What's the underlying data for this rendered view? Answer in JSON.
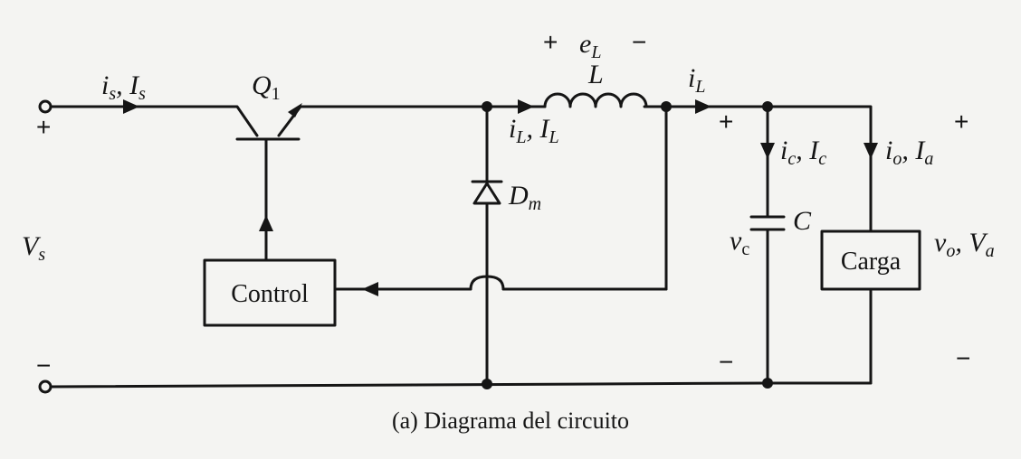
{
  "caption": "(a) Diagrama del circuito",
  "labels": {
    "source_current": {
      "i": "i",
      "i_sub": "s",
      "sep": ", ",
      "I": "I",
      "I_sub": "s"
    },
    "transistor": {
      "main": "Q",
      "sub": "1"
    },
    "inductor_voltage": {
      "main": "e",
      "sub": "L"
    },
    "inductor": "L",
    "inductor_current_top": {
      "main": "i",
      "sub": "L"
    },
    "inductor_current": {
      "i": "i",
      "i_sub": "L",
      "sep": ", ",
      "I": "I",
      "I_sub": "L"
    },
    "diode": {
      "main": "D",
      "sub": "m"
    },
    "capacitor_current": {
      "i": "i",
      "i_sub": "c",
      "sep": ", ",
      "I": "I",
      "I_sub": "c"
    },
    "load_current": {
      "i": "i",
      "i_sub": "o",
      "sep": ", ",
      "I": "I",
      "I_sub": "a"
    },
    "capacitor": "C",
    "capacitor_voltage": {
      "main": "v",
      "sub": "c"
    },
    "output_voltage": {
      "v": "v",
      "v_sub": "o",
      "sep": ", ",
      "V": "V",
      "V_sub": "a"
    },
    "source_voltage": {
      "main": "V",
      "sub": "s"
    }
  },
  "blocks": {
    "control": "Control",
    "load": "Carga"
  },
  "signs": {
    "plus": "+",
    "minus": "−",
    "minus_bar": "−"
  }
}
